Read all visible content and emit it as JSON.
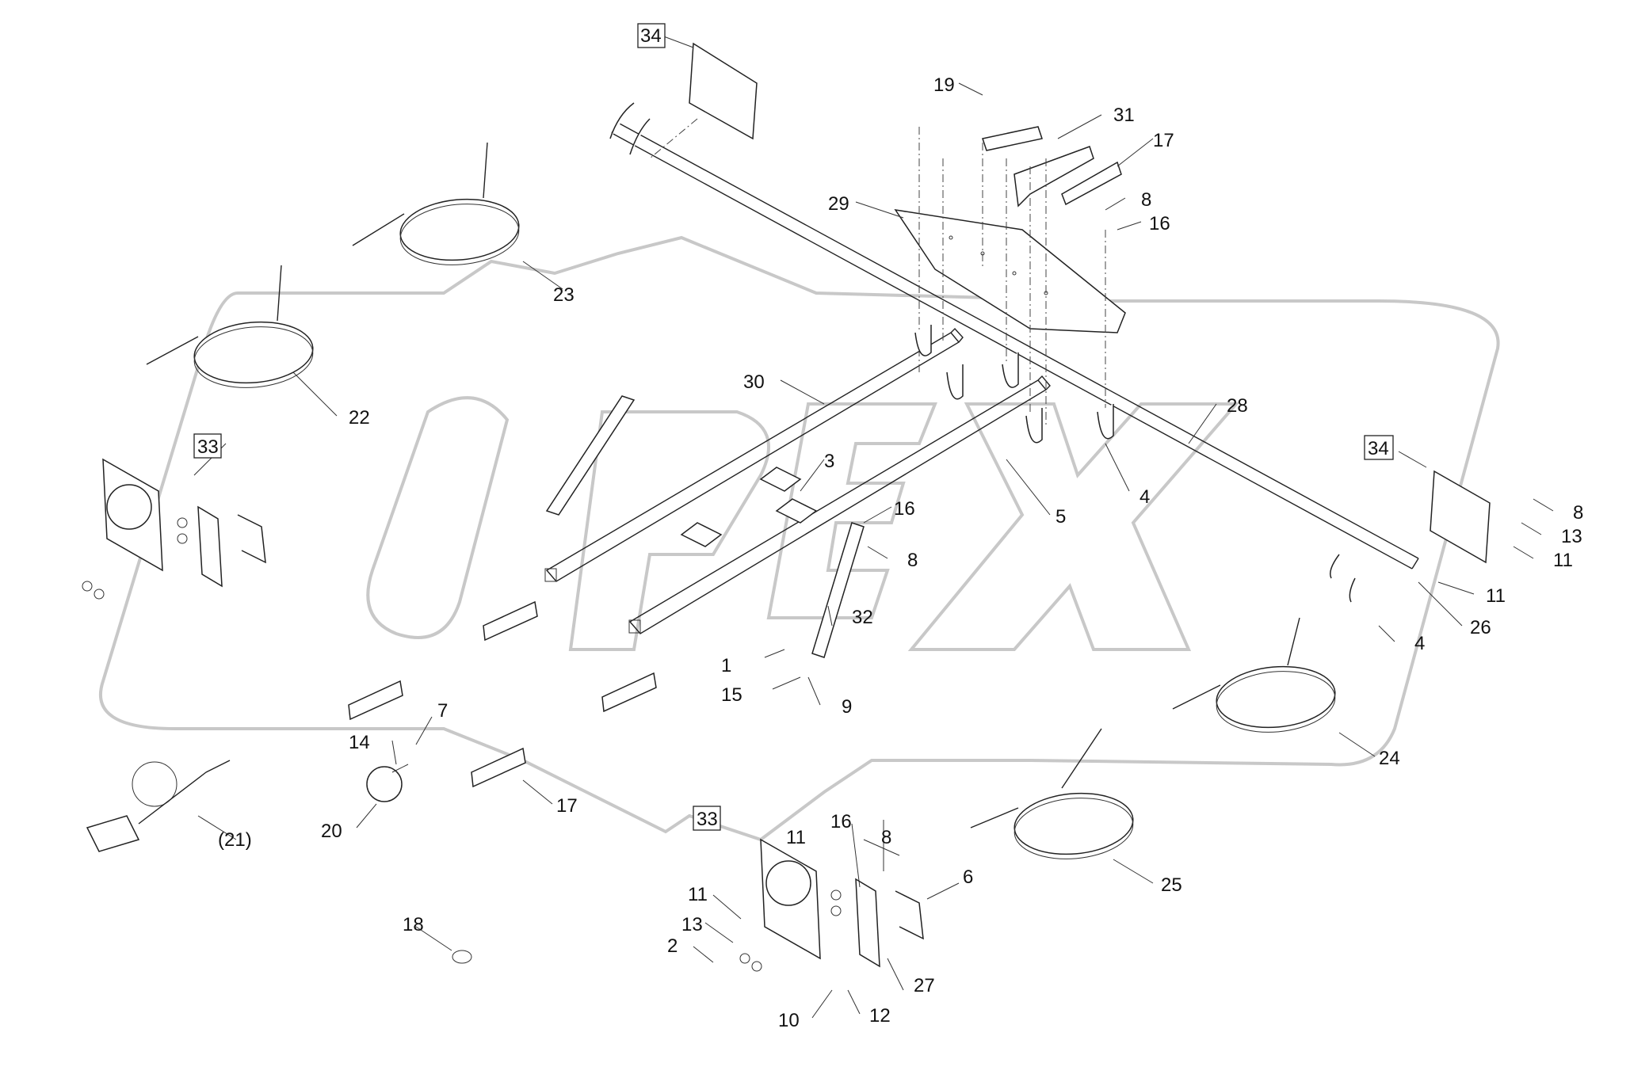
{
  "watermark": "OPEX",
  "corner_mark": "",
  "labels": {
    "l34a": "34",
    "l34b": "34",
    "l33a": "33",
    "l33b": "33",
    "l19": "19",
    "l31": "31",
    "l17a": "17",
    "l8a": "8",
    "l16a": "16",
    "l29": "29",
    "l23": "23",
    "l22": "22",
    "l30": "30",
    "l28": "28",
    "l3": "3",
    "l16b": "16",
    "l8b": "8",
    "l5": "5",
    "l4a": "4",
    "l8c": "8",
    "l13a": "13",
    "l11a": "11",
    "l11b": "11",
    "l26": "26",
    "l4b": "4",
    "l32": "32",
    "l1": "1",
    "l15": "15",
    "l9": "9",
    "l7": "7",
    "l14": "14",
    "l20": "20",
    "l17b": "17",
    "l21": "(21)",
    "l24": "24",
    "l25": "25",
    "l16c": "16",
    "l8d": "8",
    "l11c": "11",
    "l6": "6",
    "l11d": "11",
    "l13b": "13",
    "l2": "2",
    "l27": "27",
    "l12": "12",
    "l10": "10",
    "l18": "18"
  }
}
